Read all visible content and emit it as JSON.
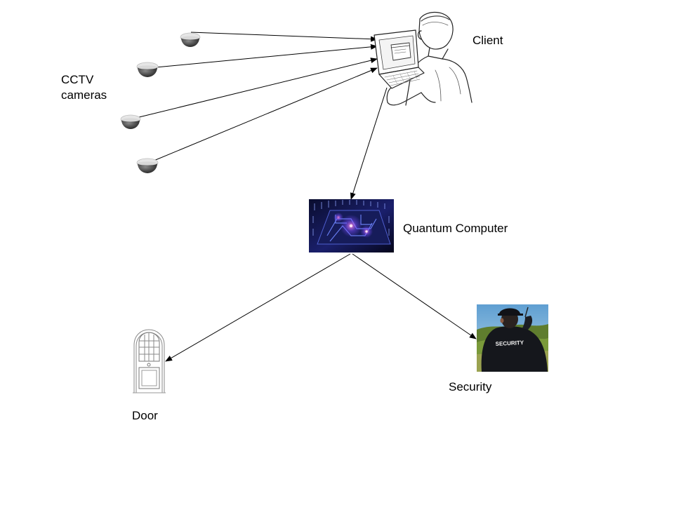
{
  "nodes": {
    "cctv": {
      "label_lines": [
        "CCTV",
        "cameras"
      ],
      "icon": "cctv-dome-camera-icon"
    },
    "client": {
      "label": "Client",
      "icon": "person-with-laptop-illustration"
    },
    "quantum": {
      "label": "Quantum Computer",
      "icon": "quantum-chip-image"
    },
    "security": {
      "label": "Security",
      "icon": "security-guard-photo",
      "badge_text": "SECURITY"
    },
    "door": {
      "label": "Door",
      "icon": "door-icon"
    }
  },
  "edges": [
    {
      "from": "cctv-camera-1",
      "to": "client"
    },
    {
      "from": "cctv-camera-2",
      "to": "client"
    },
    {
      "from": "cctv-camera-3",
      "to": "client"
    },
    {
      "from": "cctv-camera-4",
      "to": "client"
    },
    {
      "from": "client",
      "to": "quantum"
    },
    {
      "from": "quantum",
      "to": "door"
    },
    {
      "from": "quantum",
      "to": "security"
    }
  ],
  "colors": {
    "edge": "#000000",
    "camera_body": "#4a4a4a",
    "camera_base": "#e6e6e6",
    "quantum_bg": "#0a0d2e",
    "quantum_glow": "#7b4dff",
    "security_sky": "#6fa9d6",
    "security_grass": "#7a9a3a",
    "guard_uniform": "#15171c"
  }
}
